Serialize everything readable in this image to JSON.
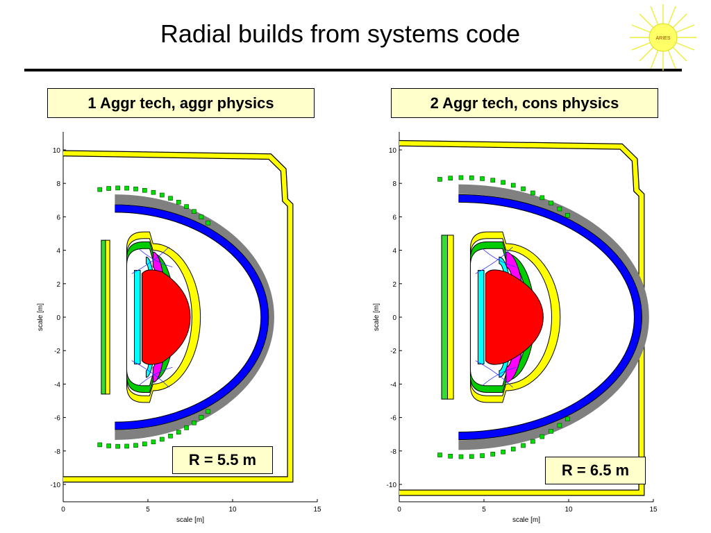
{
  "slide": {
    "title": "Radial builds from systems code",
    "logo_text": "ARIES"
  },
  "panels": [
    {
      "label": "1 Aggr tech, aggr physics",
      "radius_label": "R = 5.5 m",
      "xlabel": "scale [m]",
      "ylabel": "scale [m]",
      "x_ticks": [
        0,
        5,
        10,
        15
      ],
      "y_ticks": [
        10,
        8,
        6,
        4,
        2,
        0,
        -2,
        -4,
        -6,
        -8,
        -10
      ]
    },
    {
      "label": "2 Aggr tech, cons physics",
      "radius_label": "R = 6.5 m",
      "xlabel": "scale [m]",
      "ylabel": "scale [m]",
      "x_ticks": [
        0,
        5,
        10,
        15
      ],
      "y_ticks": [
        10,
        8,
        6,
        4,
        2,
        0,
        -2,
        -4,
        -6,
        -8,
        -10
      ]
    }
  ],
  "colors": {
    "plasma": "#ff0000",
    "first_wall": "#00ffff",
    "blanket": "#ff00ff",
    "shield": "#00cc00",
    "vacuum_vessel": "#ffff00",
    "coil": "#0000ff",
    "coil_structure": "#808080",
    "central_solenoid": "#ffff00",
    "building": "#ffff00",
    "label_fill": "#ffffcc"
  }
}
